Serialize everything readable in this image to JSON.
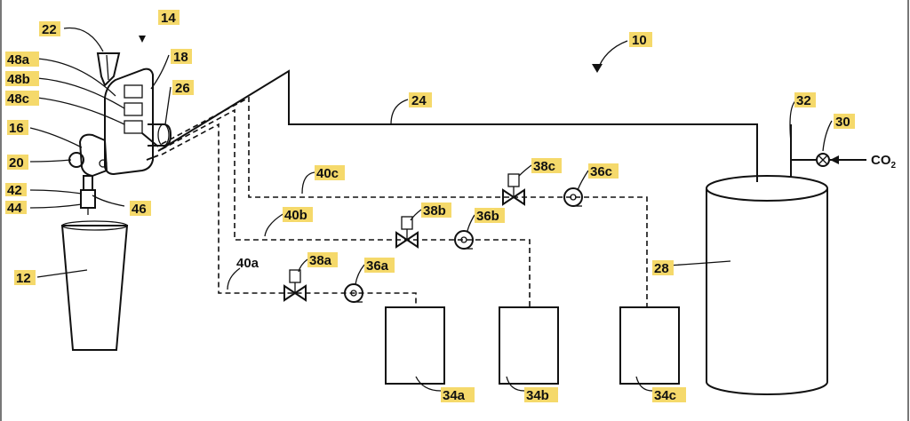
{
  "diagram": {
    "labels": {
      "l10": "10",
      "l12": "12",
      "l14": "14",
      "l16": "16",
      "l18": "18",
      "l20": "20",
      "l22": "22",
      "l24": "24",
      "l26": "26",
      "l28": "28",
      "l30": "30",
      "l32": "32",
      "l34a": "34a",
      "l34b": "34b",
      "l34c": "34c",
      "l36a": "36a",
      "l36b": "36b",
      "l36c": "36c",
      "l38a": "38a",
      "l38b": "38b",
      "l38c": "38c",
      "l40a": "40a",
      "l40b": "40b",
      "l40c": "40c",
      "l42": "42",
      "l44": "44",
      "l46": "46",
      "l48a": "48a",
      "l48b": "48b",
      "l48c": "48c",
      "co2_main": "CO",
      "co2_sub": "2"
    },
    "highlight_color": "#f5d96b"
  }
}
